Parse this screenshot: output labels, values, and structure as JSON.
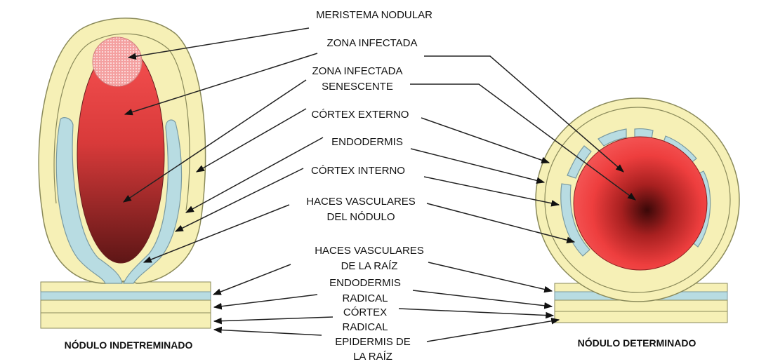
{
  "labels": {
    "meristema": "MERISTEMA NODULAR",
    "zona_infectada": "ZONA INFECTADA",
    "zona_senescente_1": "ZONA INFECTADA",
    "zona_senescente_2": "SENESCENTE",
    "cortex_externo": "CÓRTEX EXTERNO",
    "endodermis": "ENDODERMIS",
    "cortex_interno": "CÓRTEX INTERNO",
    "haces_nodulo_1": "HACES VASCULARES",
    "haces_nodulo_2": "DEL NÓDULO",
    "haces_raiz_1": "HACES VASCULARES",
    "haces_raiz_2": "DE LA RAÍZ",
    "endodermis_radical_1": "ENDODERMIS",
    "endodermis_radical_2": "RADICAL",
    "cortex_radical_1": "CÓRTEX",
    "cortex_radical_2": "RADICAL",
    "epidermis_raiz_1": "EPIDERMIS DE",
    "epidermis_raiz_2": "LA RAÍZ"
  },
  "titles": {
    "left": "NÓDULO INDETREMINADO",
    "right": "NÓDULO DETERMINADO"
  },
  "colors": {
    "cortex": "#f6f0b6",
    "outline": "#8a8a5a",
    "endodermis": "#b8dce2",
    "infected_light": "#f04848",
    "infected_dark": "#5a1414",
    "meristem": "#f29a9a"
  }
}
